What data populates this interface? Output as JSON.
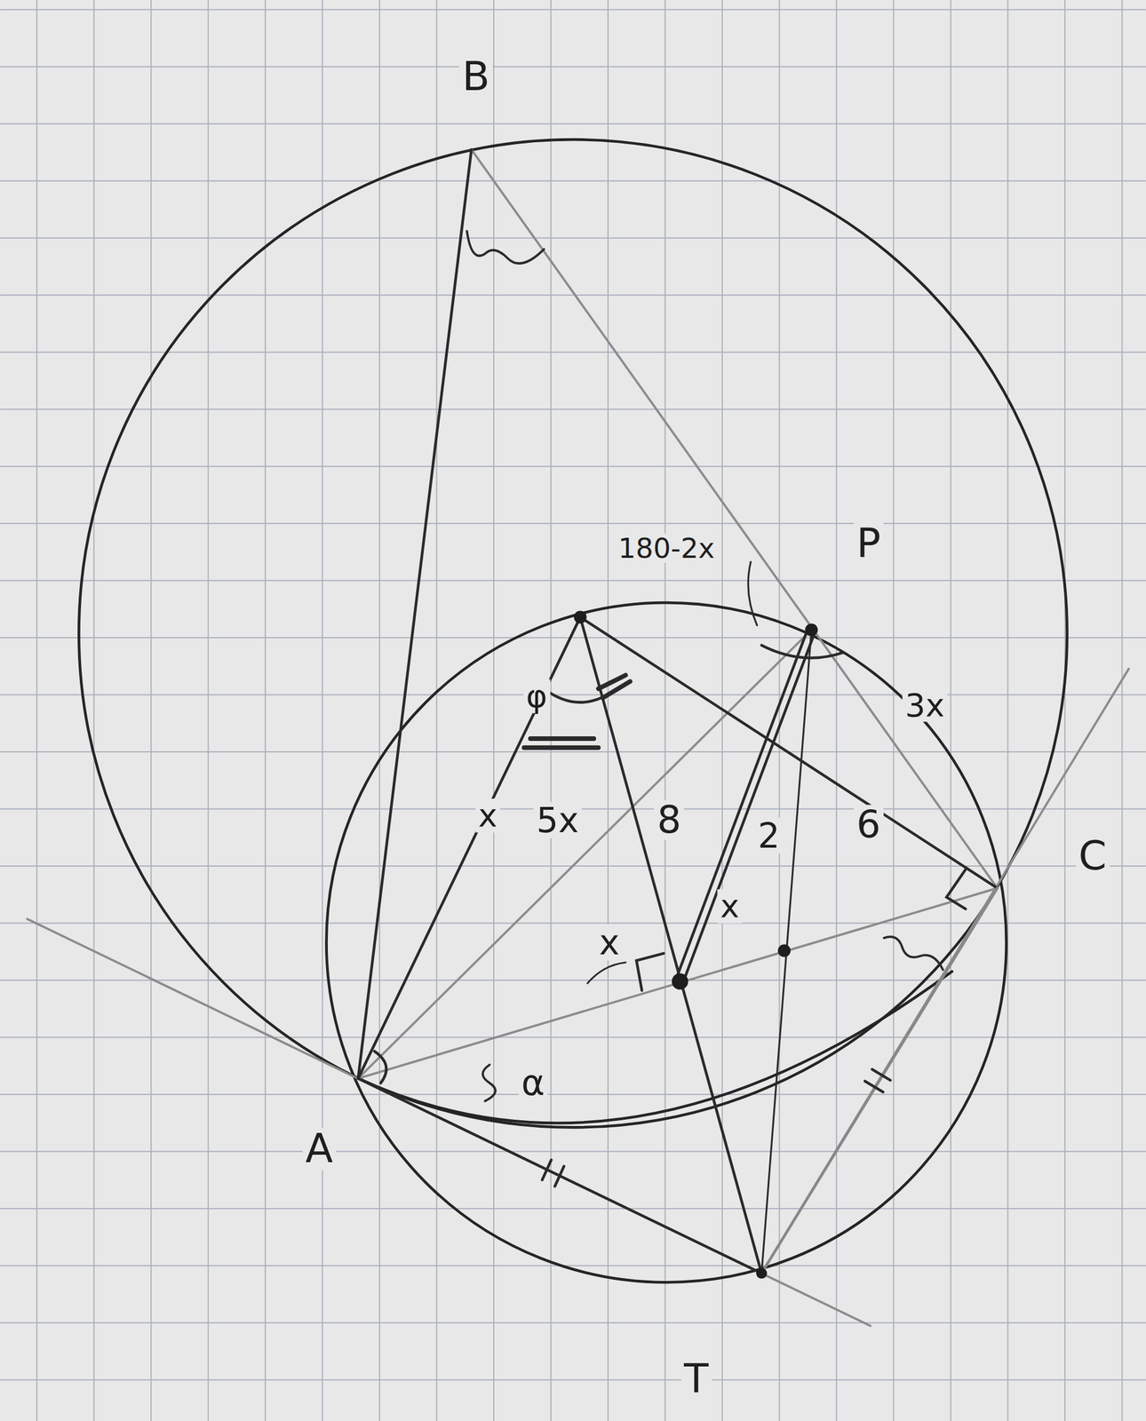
{
  "diagram": {
    "labels": [
      "B",
      "P",
      "180-2x",
      "3x",
      "x",
      "5x",
      "8",
      "2",
      "6",
      "C",
      "x",
      "x",
      "α",
      "φ",
      "A",
      "T"
    ]
  }
}
